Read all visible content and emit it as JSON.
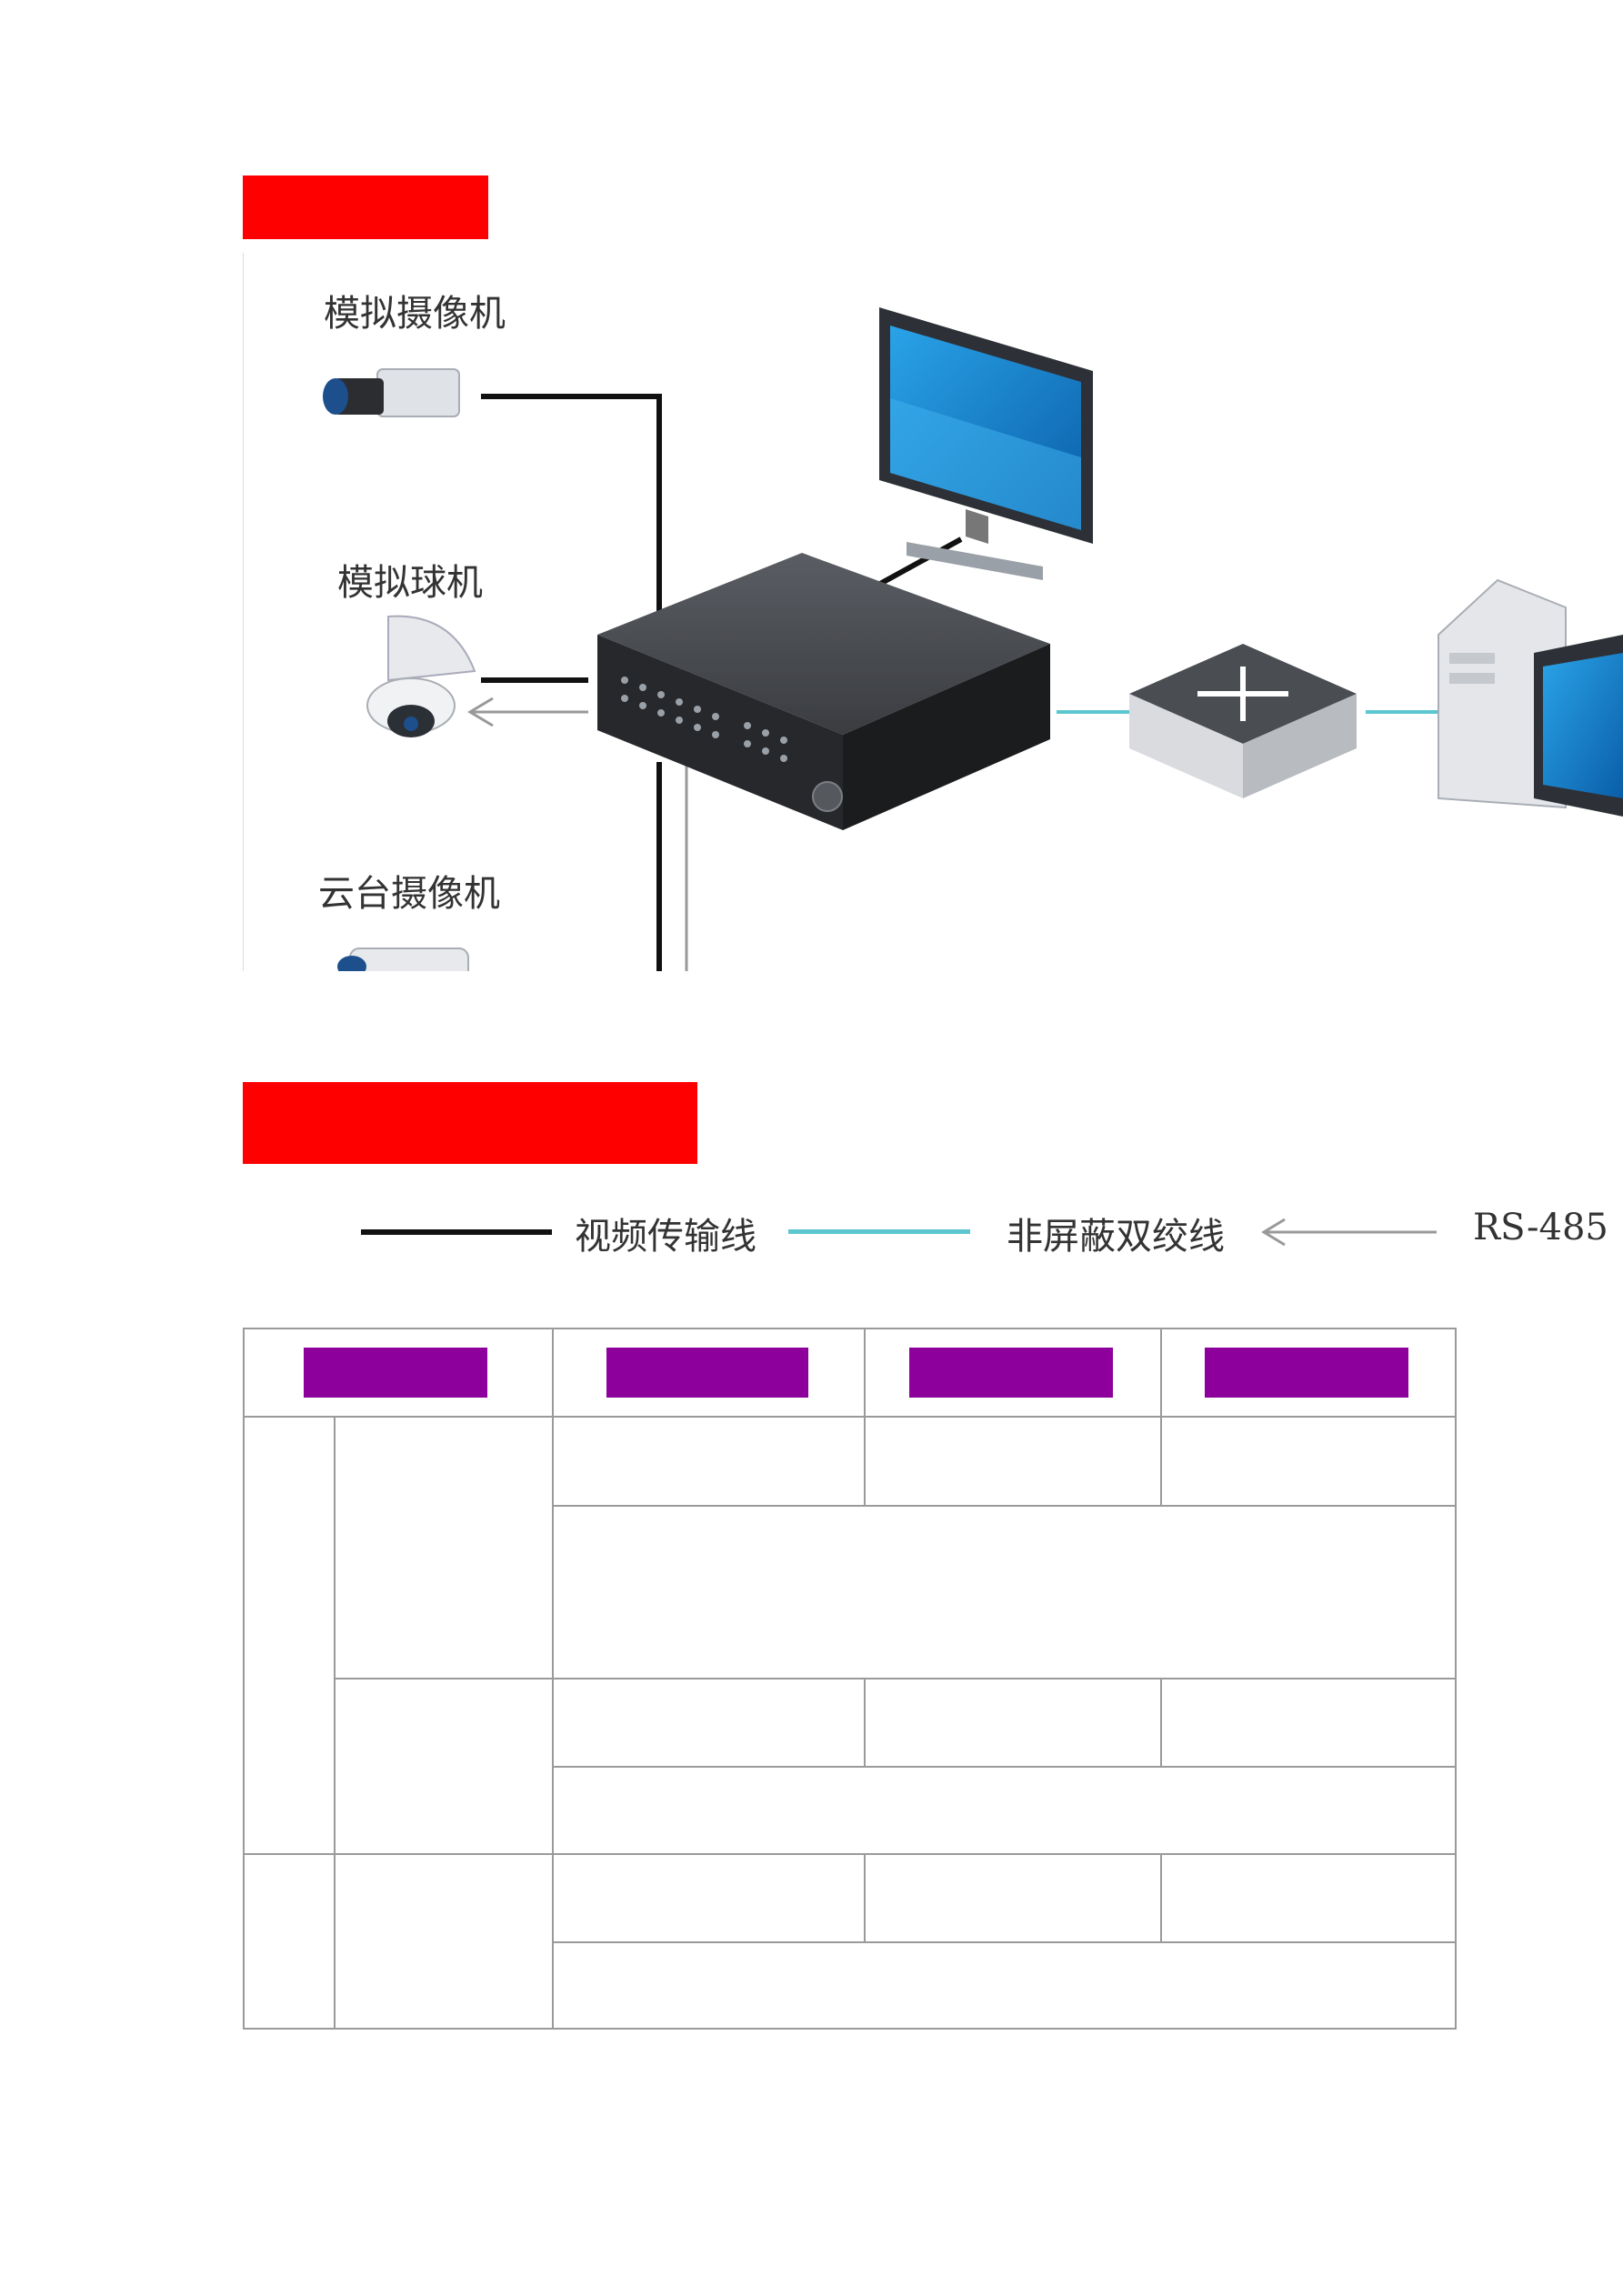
{
  "diagram": {
    "device_labels": {
      "analog_camera": "模拟摄像机",
      "analog_dome": "模拟球机",
      "ptz_camera": "云台摄像机"
    }
  },
  "legend": {
    "video_cable": "视频传输线",
    "utp_cable": "非屏蔽双绞线",
    "rs485_partial": "RS-485"
  },
  "colors": {
    "redaction_heading": "#ff0000",
    "redaction_table_header": "#8e009c",
    "network_cable": "#5bc6cf",
    "video_cable": "#111111"
  }
}
